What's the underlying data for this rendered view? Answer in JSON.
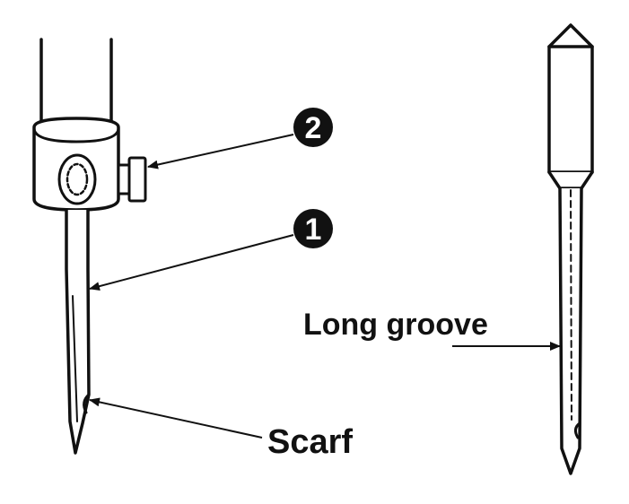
{
  "callouts": {
    "needle_number": "1",
    "setscrew_number": "2"
  },
  "labels": {
    "scarf": "Scarf",
    "long_groove": "Long groove"
  }
}
